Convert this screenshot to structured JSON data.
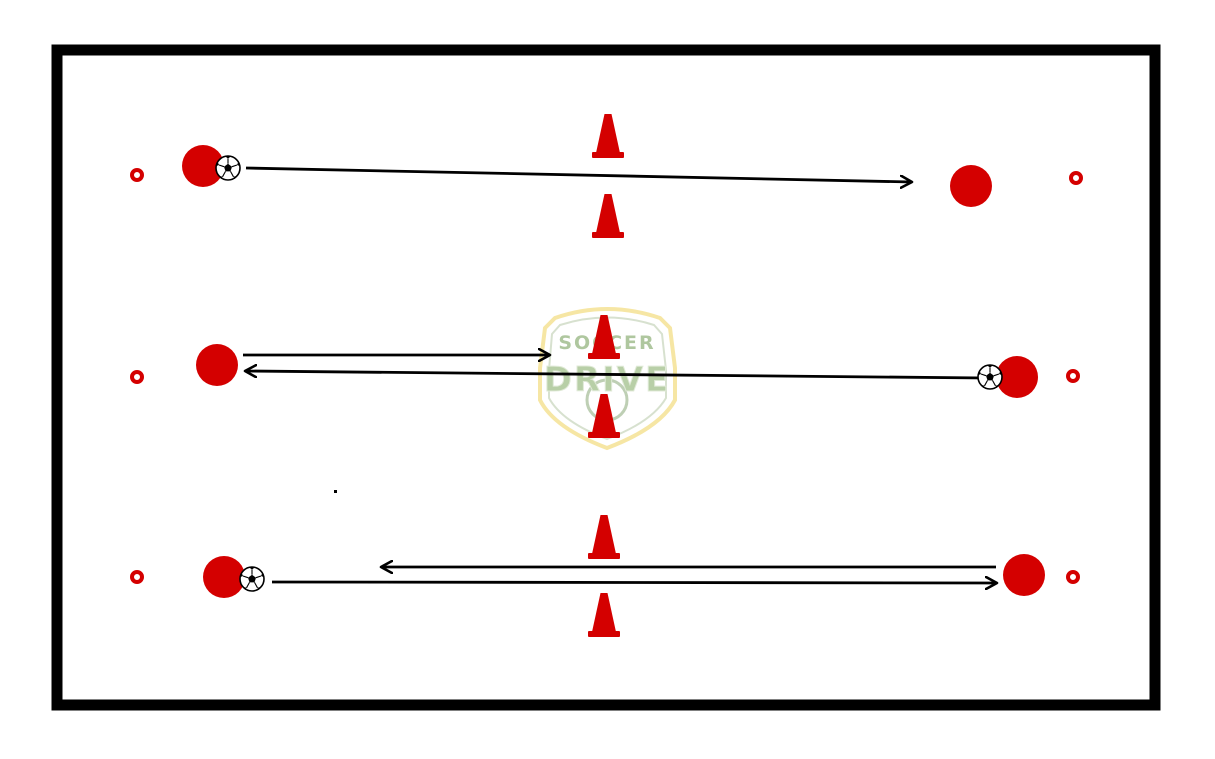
{
  "diagram": {
    "type": "soccer-passing-drill",
    "colors": {
      "border": "#000000",
      "player": "#d40000",
      "cone": "#d40000",
      "marker": "#d40000",
      "arrow": "#000000",
      "watermark_fill": "#6f9a52",
      "watermark_outline": "#f0d35a"
    },
    "rows": [
      {
        "name": "top-lane",
        "passes": [
          "left-to-right"
        ]
      },
      {
        "name": "middle-lane",
        "passes": [
          "left-to-right-short",
          "right-to-left"
        ]
      },
      {
        "name": "bottom-lane",
        "passes": [
          "right-to-left",
          "left-to-right"
        ]
      }
    ],
    "icons": [
      "ball-icon",
      "cone-icon",
      "disc-marker-icon",
      "player-icon"
    ]
  },
  "watermark": {
    "line1": "SOCCER",
    "line2": "DRIVE"
  }
}
